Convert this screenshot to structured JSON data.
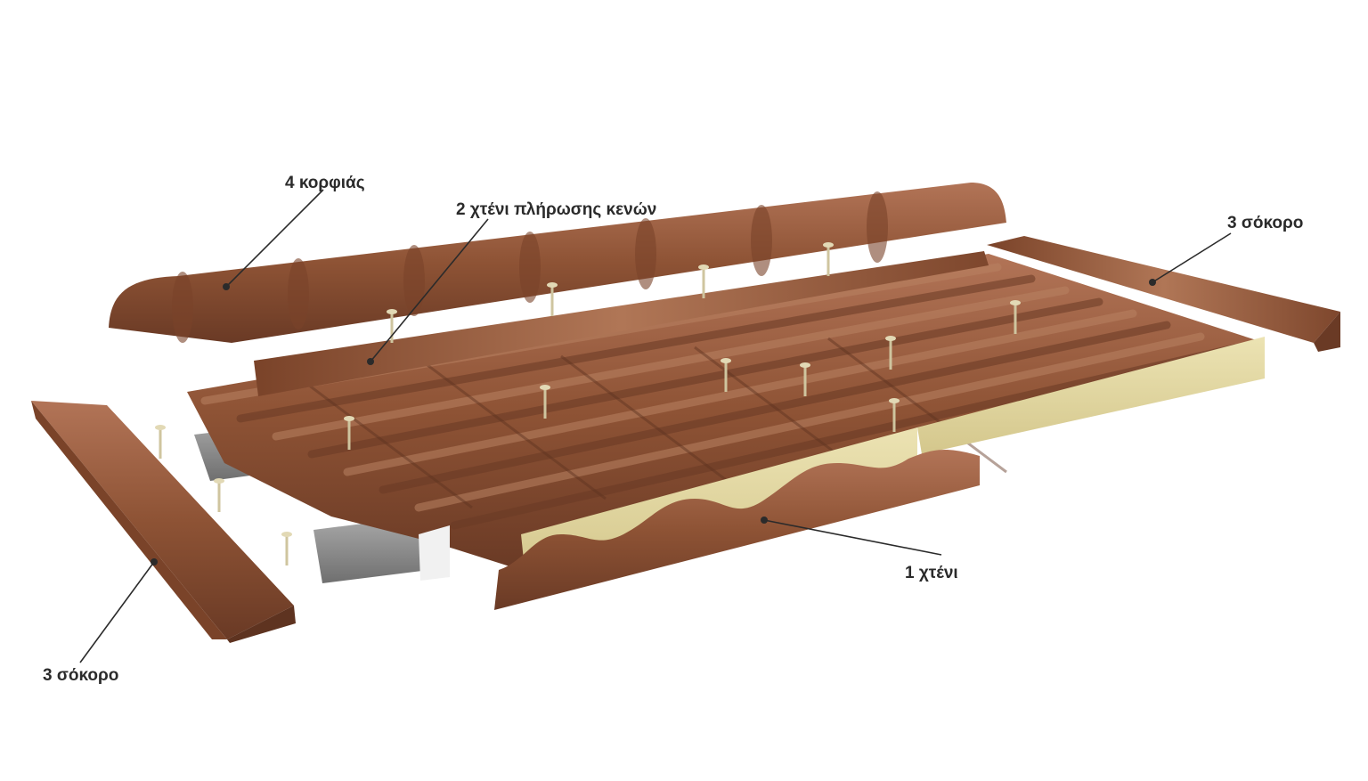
{
  "labels": {
    "ridge": "4 κορφιάς",
    "gap_filler": "2 χτένι πλήρωσης κενών",
    "side_flashing_right": "3 σόκορο",
    "side_flashing_left": "3 σόκορο",
    "comb": "1 χτένι"
  },
  "colors": {
    "metal_light": "#a7694a",
    "metal_mid": "#8a4f33",
    "metal_dark": "#5e3320",
    "foam_core": "#e3d9a4",
    "foam_edge": "#cfc38a",
    "purlin": "#8c8c8c",
    "screw": "#d8cfae",
    "text": "#2b2b2b"
  }
}
